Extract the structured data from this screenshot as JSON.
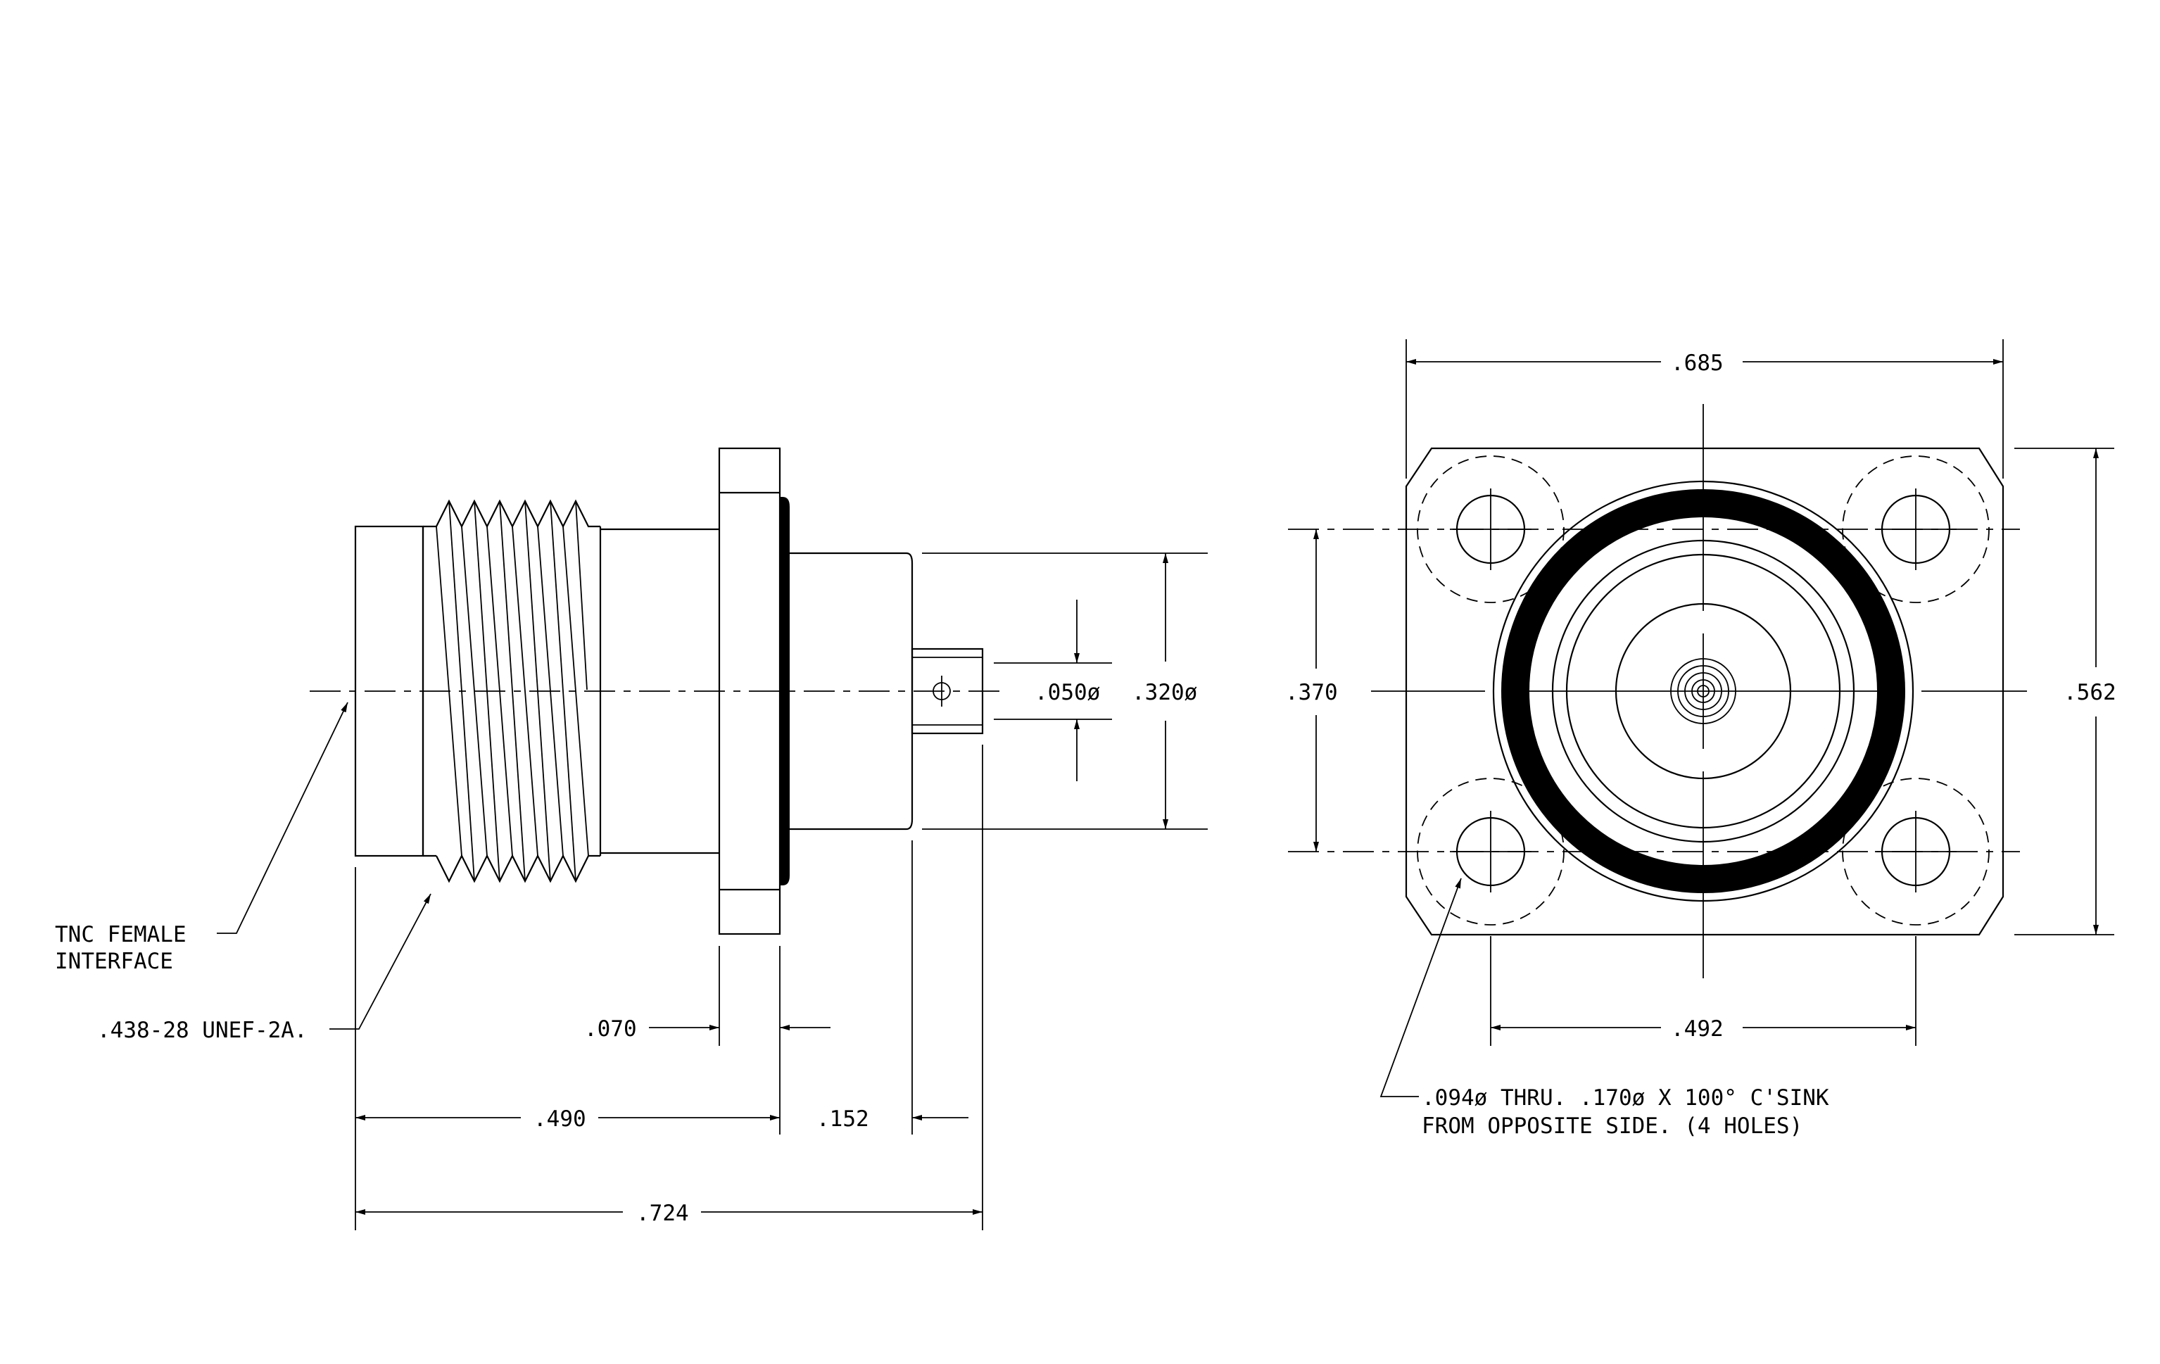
{
  "dimensions": {
    "side_view": {
      "contact_diameter": ".050ø",
      "body_diameter": ".320ø",
      "flange_thickness": ".070",
      "front_length": ".490",
      "rear_length": ".152",
      "overall_length": ".724"
    },
    "front_view": {
      "flange_width": ".685",
      "hole_spacing_vertical": ".370",
      "flange_height": ".562",
      "hole_spacing_horizontal": ".492"
    }
  },
  "callouts": {
    "interface_line1": "TNC FEMALE",
    "interface_line2": "INTERFACE",
    "thread": ".438-28 UNEF-2A.",
    "holes_line1": ".094ø THRU. .170ø X 100° C'SINK",
    "holes_line2": "FROM OPPOSITE SIDE. (4 HOLES)"
  }
}
